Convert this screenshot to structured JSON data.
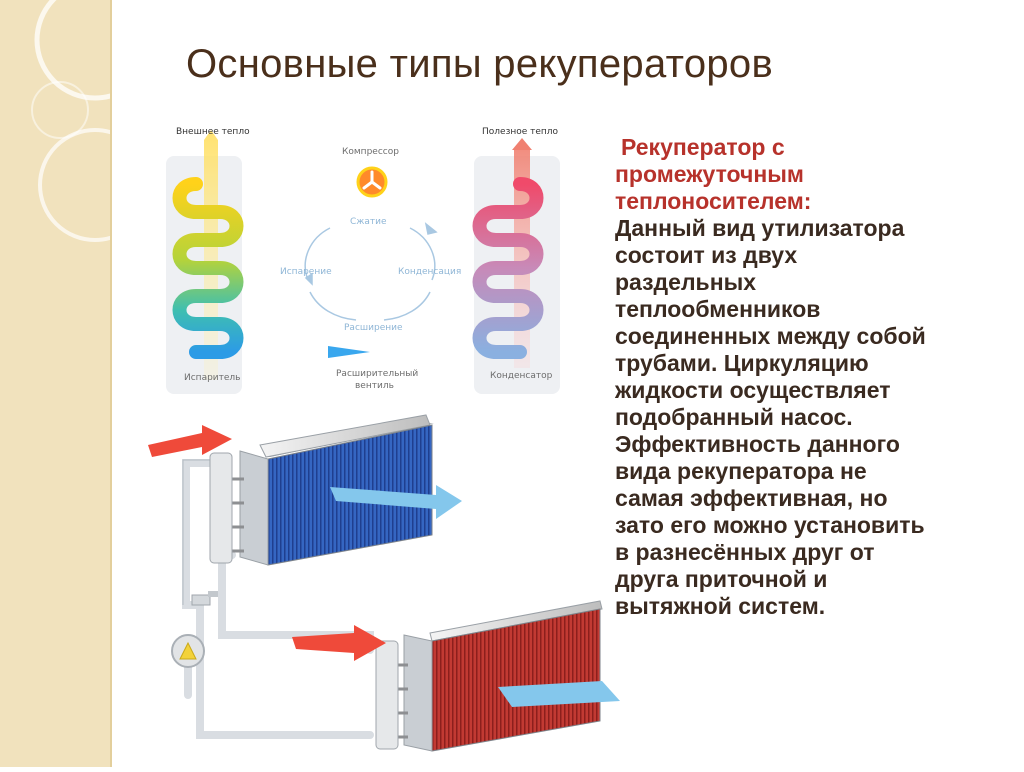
{
  "title": "Основные типы рекуператоров",
  "cycle_diagram": {
    "labels": {
      "external_heat": "Внешнее тепло",
      "useful_heat": "Полезное тепло",
      "compressor": "Компрессор",
      "compression": "Сжатие",
      "evaporation": "Испарение",
      "condensation": "Конденсация",
      "expansion": "Расширение",
      "evaporator": "Испаритель",
      "expansion_valve_line1": "Расширительный",
      "expansion_valve_line2": "вентиль",
      "condenser": "Конденсатор"
    }
  },
  "body": {
    "heading_lines": [
      "Рекуператор с",
      "промежуточным",
      "теплоносителем:"
    ],
    "text_lines": [
      "Данный вид утилизатора",
      "состоит из двух",
      "раздельных",
      "теплообменников",
      "соединенных между собой",
      "трубами. Циркуляцию",
      "жидкости осуществляет",
      "подобранный насос.",
      "Эффективность данного",
      "вида рекуператора не",
      "самая эффективная, но",
      "зато его можно установить",
      "в разнесённых друг от",
      "друга приточной и",
      "вытяжной систем."
    ]
  },
  "colors": {
    "title": "#4a2f1b",
    "heading": "#b7322b",
    "body_text": "#3a2a20",
    "side_strip": "#f1e2bd",
    "cold_coil": "#2d5fb5",
    "hot_coil": "#b8302b"
  }
}
